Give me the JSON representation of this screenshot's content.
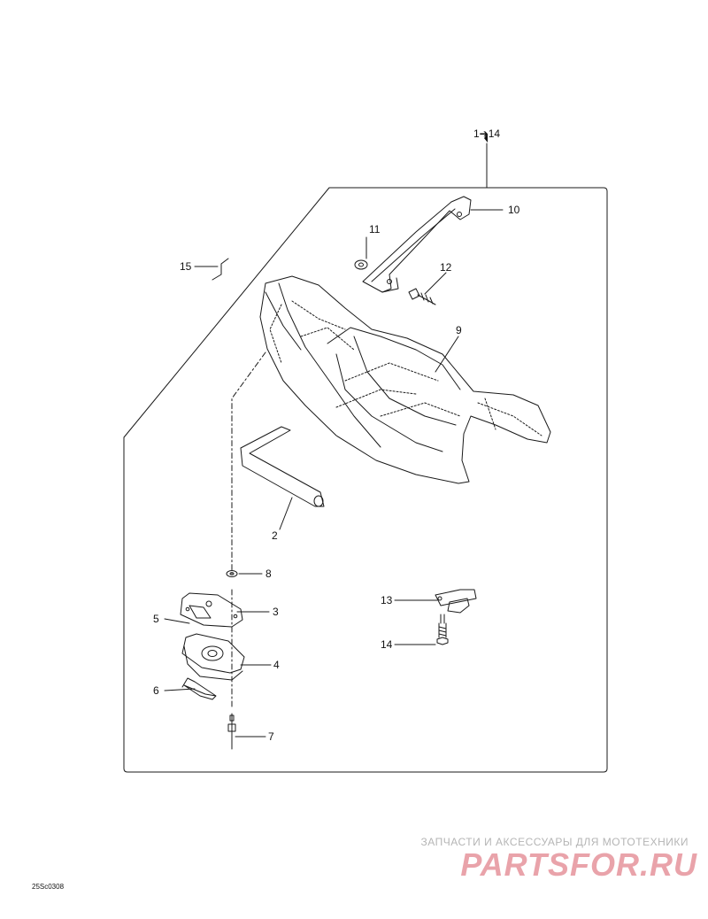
{
  "assembly_label": "1➔14",
  "callouts": {
    "c2": "2",
    "c3": "3",
    "c4": "4",
    "c5": "5",
    "c6": "6",
    "c7": "7",
    "c8": "8",
    "c9": "9",
    "c10": "10",
    "c11": "11",
    "c12": "12",
    "c13": "13",
    "c14": "14",
    "c15": "15"
  },
  "watermark": {
    "tagline": "ЗАПЧАСТИ И АКСЕССУАРЫ ДЛЯ МОТОТЕХНИКИ",
    "logo": "PARTSFOR.RU"
  },
  "drawing_code": "25Sc0308",
  "colors": {
    "line": "#1a1a1a",
    "watermark_text": "#b5b5b5",
    "watermark_logo": "#e9a3aa"
  }
}
